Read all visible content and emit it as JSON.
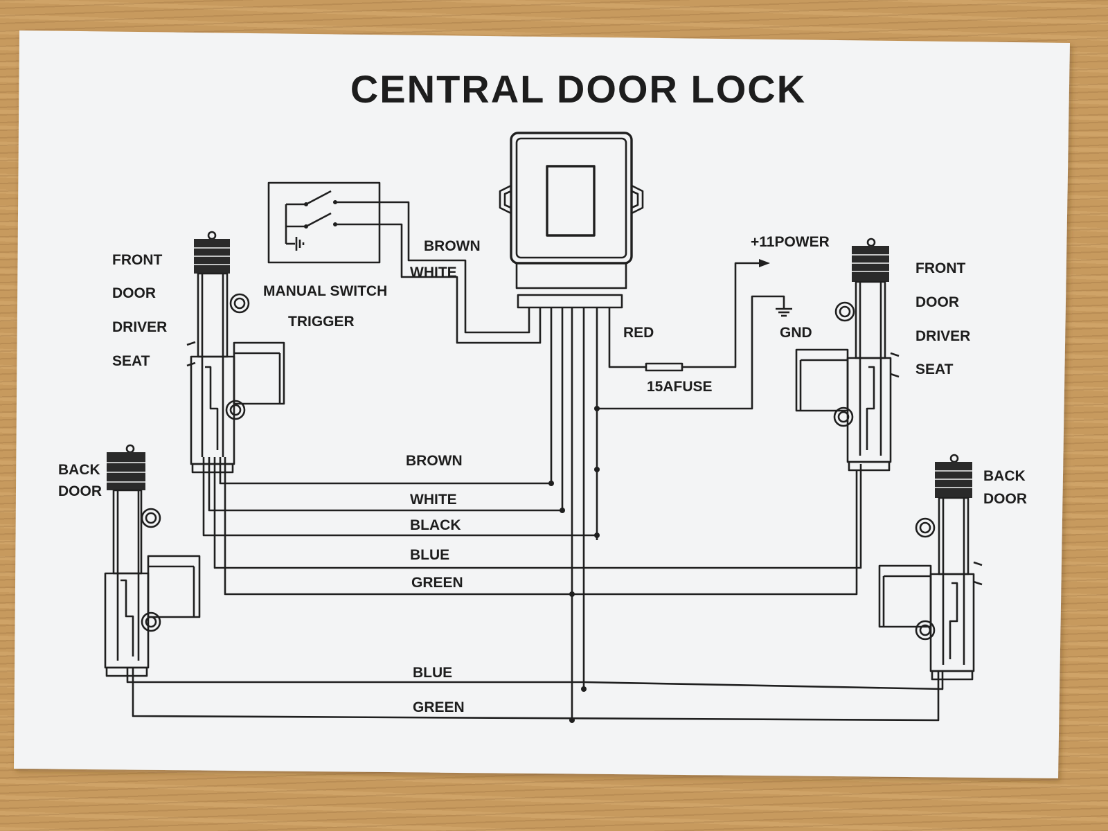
{
  "title": "CENTRAL DOOR LOCK",
  "labels": {
    "front_left": [
      "FRONT",
      "DOOR",
      "DRIVER",
      "SEAT"
    ],
    "front_right": [
      "FRONT",
      "DOOR",
      "DRIVER",
      "SEAT"
    ],
    "back_left": [
      "BACK",
      "DOOR"
    ],
    "back_right": [
      "BACK",
      "DOOR"
    ],
    "manual_switch": "MANUAL SWITCH",
    "trigger": "TRIGGER",
    "power": "+11POWER",
    "gnd": "GND",
    "red": "RED",
    "fuse": "15AFUSE"
  },
  "wires": {
    "switch_brown": "BROWN",
    "switch_white": "WHITE",
    "front_brown": "BROWN",
    "front_white": "WHITE",
    "front_black": "BLACK",
    "front_blue": "BLUE",
    "front_green": "GREEN",
    "back_blue": "BLUE",
    "back_green": "GREEN"
  }
}
